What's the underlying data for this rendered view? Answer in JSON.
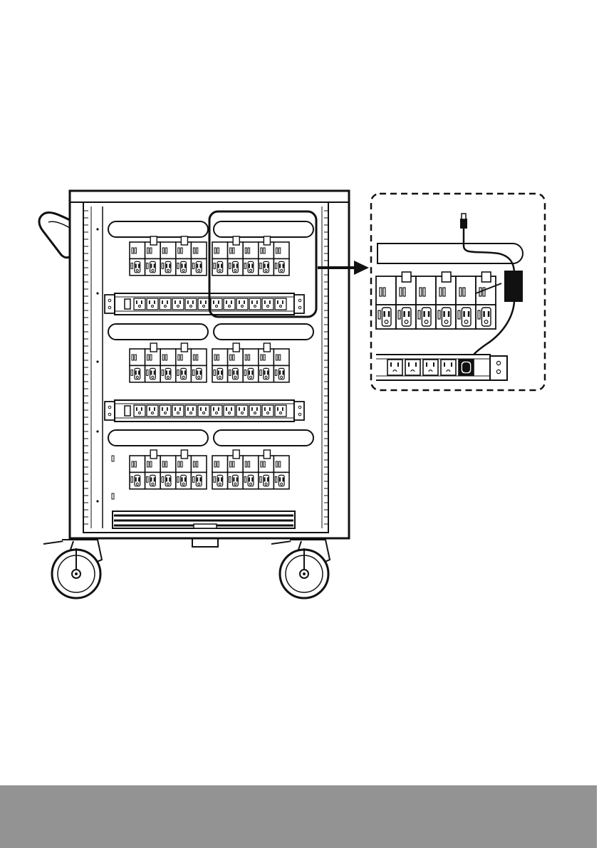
{
  "diagram": {
    "colors": {
      "line": "#111111",
      "fill": "#ffffff",
      "gray": "#666666",
      "callout_dash": "#111111",
      "footer": "#939393"
    },
    "cart": {
      "shelves": [
        {
          "name": "top",
          "modules": [
            "left",
            "right"
          ],
          "has_power_strip": true
        },
        {
          "name": "middle",
          "modules": [
            "left",
            "right"
          ],
          "has_power_strip": true
        },
        {
          "name": "bottom",
          "modules": [
            "left",
            "right"
          ],
          "has_power_strip": false
        }
      ],
      "outlets_per_module": 5,
      "outlets_per_strip": 12,
      "casters": 2
    },
    "detail_view": {
      "outlets_shown": 6,
      "strip_outlets_shown": 5,
      "shows_adapter": true
    }
  }
}
